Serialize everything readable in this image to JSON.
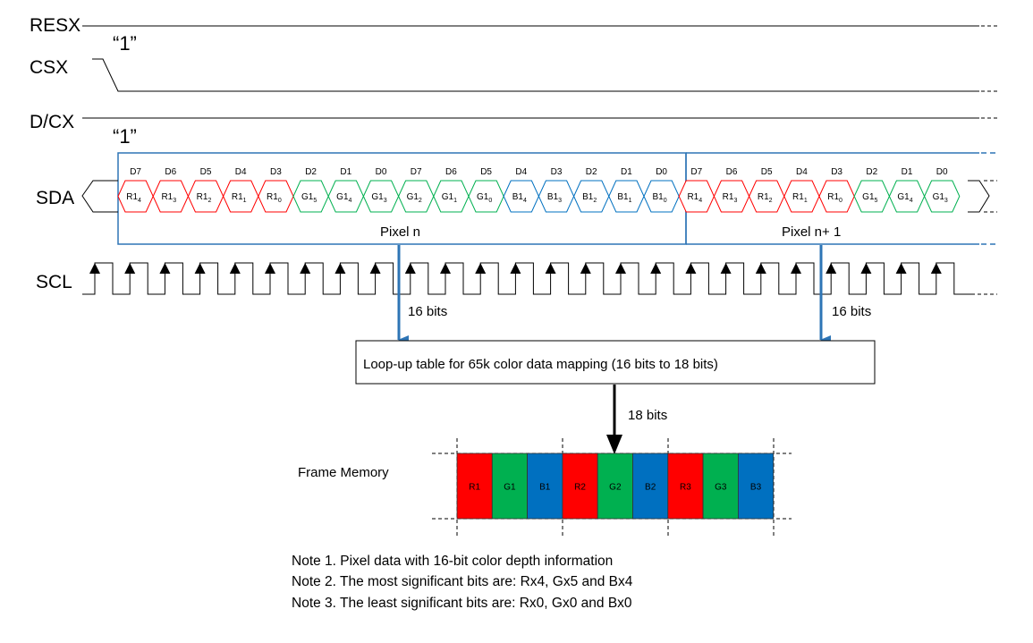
{
  "signals": {
    "resx": "RESX",
    "csx": "CSX",
    "dcx": "D/CX",
    "sda": "SDA",
    "scl": "SCL"
  },
  "quote_resx": "“1”",
  "quote_dcx": "“1”",
  "bits": [
    "D7",
    "D6",
    "D5",
    "D4",
    "D3",
    "D2",
    "D1",
    "D0",
    "D7",
    "D6",
    "D5",
    "D4",
    "D3",
    "D2",
    "D1",
    "D0",
    "D7",
    "D6",
    "D5",
    "D4",
    "D3",
    "D2",
    "D1",
    "D0"
  ],
  "cells": [
    {
      "main": "R1",
      "sub": "4",
      "color": "red"
    },
    {
      "main": "R1",
      "sub": "3",
      "color": "red"
    },
    {
      "main": "R1",
      "sub": "2",
      "color": "red"
    },
    {
      "main": "R1",
      "sub": "1",
      "color": "red"
    },
    {
      "main": "R1",
      "sub": "0",
      "color": "red"
    },
    {
      "main": "G1",
      "sub": "5",
      "color": "green"
    },
    {
      "main": "G1",
      "sub": "4",
      "color": "green"
    },
    {
      "main": "G1",
      "sub": "3",
      "color": "green"
    },
    {
      "main": "G1",
      "sub": "2",
      "color": "green"
    },
    {
      "main": "G1",
      "sub": "1",
      "color": "green"
    },
    {
      "main": "G1",
      "sub": "0",
      "color": "green"
    },
    {
      "main": "B1",
      "sub": "4",
      "color": "blue"
    },
    {
      "main": "B1",
      "sub": "3",
      "color": "blue"
    },
    {
      "main": "B1",
      "sub": "2",
      "color": "blue"
    },
    {
      "main": "B1",
      "sub": "1",
      "color": "blue"
    },
    {
      "main": "B1",
      "sub": "0",
      "color": "blue"
    },
    {
      "main": "R1",
      "sub": "4",
      "color": "red"
    },
    {
      "main": "R1",
      "sub": "3",
      "color": "red"
    },
    {
      "main": "R1",
      "sub": "2",
      "color": "red"
    },
    {
      "main": "R1",
      "sub": "1",
      "color": "red"
    },
    {
      "main": "R1",
      "sub": "0",
      "color": "red"
    },
    {
      "main": "G1",
      "sub": "5",
      "color": "green"
    },
    {
      "main": "G1",
      "sub": "4",
      "color": "green"
    },
    {
      "main": "G1",
      "sub": "3",
      "color": "green"
    }
  ],
  "pixel_n": "Pixel n",
  "pixel_n1": "Pixel n+ 1",
  "bits16_left": "16 bits",
  "bits16_right": "16 bits",
  "lut_label": "Loop-up table for 65k color data mapping (16 bits to 18 bits)",
  "bits18": "18 bits",
  "frame_memory_label": "Frame Memory",
  "frame_cells": [
    {
      "label": "R1",
      "color": "#ff0000"
    },
    {
      "label": "G1",
      "color": "#00b050"
    },
    {
      "label": "B1",
      "color": "#0070c0"
    },
    {
      "label": "R2",
      "color": "#ff0000"
    },
    {
      "label": "G2",
      "color": "#00b050"
    },
    {
      "label": "B2",
      "color": "#0070c0"
    },
    {
      "label": "R3",
      "color": "#ff0000"
    },
    {
      "label": "G3",
      "color": "#00b050"
    },
    {
      "label": "B3",
      "color": "#0070c0"
    }
  ],
  "notes": [
    "Note 1. Pixel data with 16-bit color depth information",
    "Note 2. The most significant bits are: Rx4, Gx5 and Bx4",
    "Note 3. The least significant bits are: Rx0, Gx0 and Bx0"
  ],
  "colors": {
    "red": "#ff0000",
    "green": "#00b050",
    "blue": "#0070c0",
    "frame_blue": "#2e75b6",
    "arrow_blue": "#2e75b6"
  }
}
